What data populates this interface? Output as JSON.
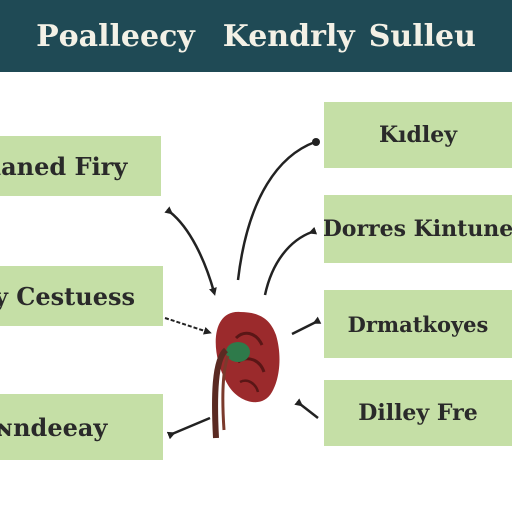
{
  "header": {
    "title_left": "Pɵalleecy",
    "title_mid": "Kendrly",
    "title_right": "Sulleu"
  },
  "boxes": {
    "left_1": "ı̇aned Firy",
    "left_2": "y Cestuess",
    "left_3": "ɴndeeay",
    "right_1": "Kıdley",
    "right_2": "Dorres Kintune",
    "right_3": "Drmatkoyes",
    "right_4": "Dilley Fre"
  },
  "colors": {
    "header_bg": "#1f4a55",
    "box_bg": "#c5dfa6",
    "kidney": "#9b2a2c",
    "hilum": "#2e7a4a",
    "ureter": "#5a2a22"
  }
}
